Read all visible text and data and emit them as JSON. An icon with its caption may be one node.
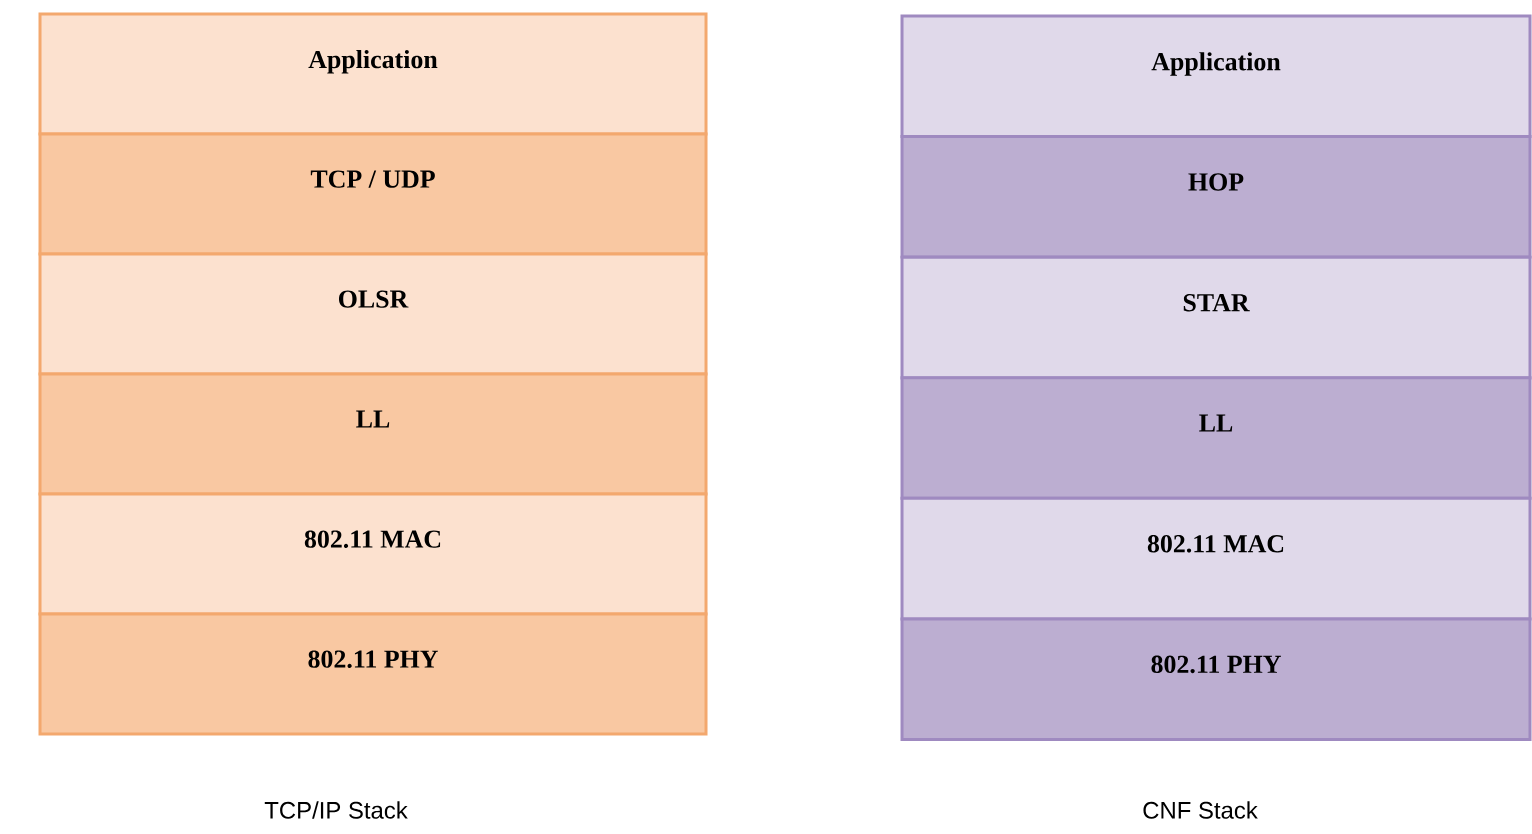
{
  "diagram": {
    "nodes": [
      {
        "text": [
          "Application"
        ]
      },
      {
        "text": [
          "TCP / UDP"
        ]
      },
      {
        "text": [
          "OLSR"
        ]
      },
      {
        "text": [
          "LL"
        ]
      },
      {
        "text": [
          "802.11 MAC"
        ]
      },
      {
        "text": [
          "802.11 PHY"
        ]
      },
      {
        "text": [
          "Application"
        ]
      },
      {
        "text": [
          "HOP"
        ]
      },
      {
        "text": [
          "STAR"
        ]
      },
      {
        "text": [
          "LL"
        ]
      },
      {
        "text": [
          "802.11 MAC"
        ]
      },
      {
        "text": [
          "802.11 PHY"
        ]
      }
    ],
    "labels": [
      "TCP/IP Stack",
      "CNF Stack"
    ]
  }
}
